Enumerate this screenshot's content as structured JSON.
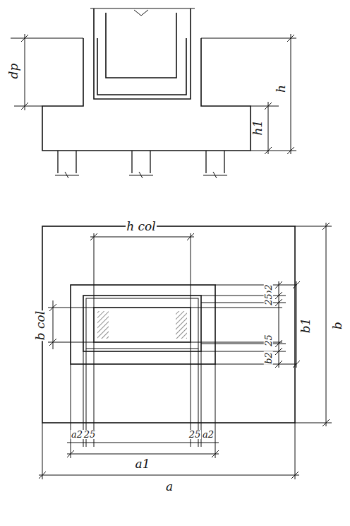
{
  "diagram": {
    "labels": [
      "dp",
      "h",
      "h1",
      "h col",
      "b col",
      "b2",
      "25",
      "25",
      "b1",
      "b",
      "b2",
      "a2",
      "25",
      "25",
      "a2",
      "a1",
      "a"
    ]
  }
}
